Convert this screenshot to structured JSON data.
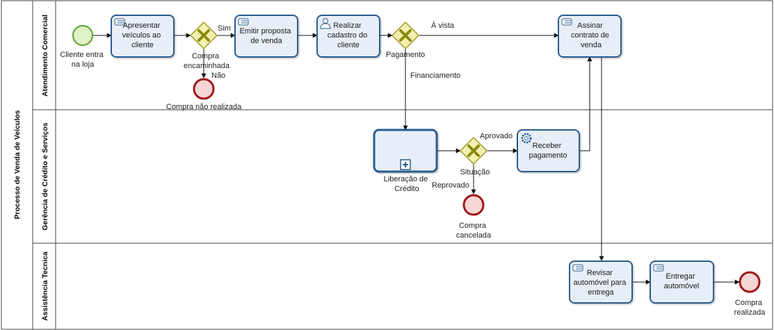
{
  "pool": {
    "title": "Processo de Venda de Veículos"
  },
  "lanes": [
    {
      "id": "lane-atendimento",
      "title": "Atendimento Comercial"
    },
    {
      "id": "lane-credito",
      "title": "Gerência de Crédito e Serviços"
    },
    {
      "id": "lane-assistencia",
      "title": "Assistência Tecnica"
    }
  ],
  "events": {
    "start": {
      "label": [
        "Cliente entra",
        "na loja"
      ]
    },
    "end_nao_realizada": {
      "label": [
        "Compra não realizada"
      ]
    },
    "end_cancelada": {
      "label": [
        "Compra",
        "cancelada"
      ]
    },
    "end_realizada": {
      "label": [
        "Compra",
        "realizada"
      ]
    }
  },
  "tasks": {
    "apresentar": {
      "label": [
        "Apresentar",
        "veículos ao",
        "cliente"
      ],
      "icon": "manual-task-icon"
    },
    "emitir": {
      "label": [
        "Emitir proposta",
        "de venda"
      ],
      "icon": "manual-task-icon"
    },
    "cadastro": {
      "label": [
        "Realizar",
        "cadastro do",
        "cliente"
      ],
      "icon": "user-task-icon"
    },
    "assinar": {
      "label": [
        "Assinar",
        "contrato de",
        "venda"
      ],
      "icon": "manual-task-icon"
    },
    "liberacao": {
      "label": [
        "Liberação de",
        "Crédito"
      ],
      "icon": "collapsed-subprocess-icon"
    },
    "receber": {
      "label": [
        "Receber",
        "pagamento"
      ],
      "icon": "service-task-icon"
    },
    "revisar": {
      "label": [
        "Revisar",
        "automóvel para",
        "entrega"
      ],
      "icon": "manual-task-icon"
    },
    "entregar": {
      "label": [
        "Entregar",
        "automóvel"
      ],
      "icon": "manual-task-icon"
    }
  },
  "gateways": {
    "compra": {
      "label": [
        "Compra",
        "encaminhada"
      ]
    },
    "pagamento": {
      "label": [
        "Pagamento"
      ]
    },
    "situacao": {
      "label": [
        "Situação"
      ]
    }
  },
  "flows": {
    "sim": "Sim",
    "nao": "Não",
    "a_vista": "À vista",
    "financiamento": "Financiamento",
    "aprovado": "Aprovado",
    "reprovado": "Reprovado"
  },
  "colors": {
    "task_fill": "#e8eef7",
    "task_stroke": "#2c5d8f",
    "gateway_fill": "#f2efb0",
    "gateway_stroke": "#a49a2a",
    "gateway_x": "#8a8a10",
    "start_fill": "#dff2c8",
    "start_stroke": "#5aa02c",
    "end_fill": "#f7d6d6",
    "end_stroke": "#a01616",
    "lane_line": "#555555"
  }
}
